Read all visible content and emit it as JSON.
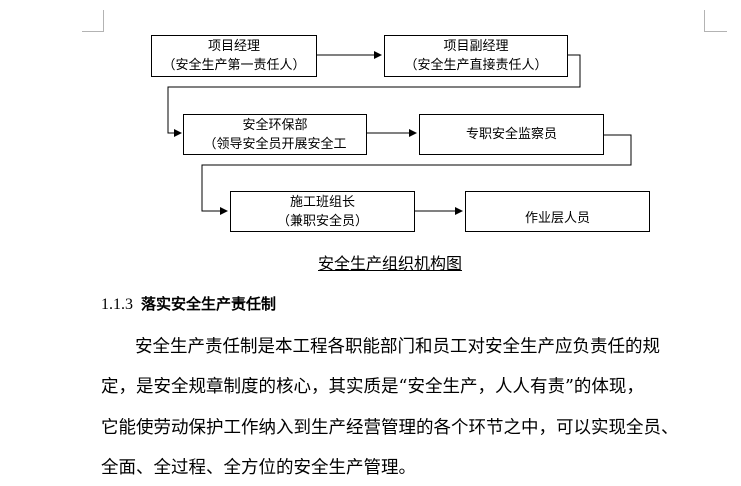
{
  "org_chart": {
    "boxes": [
      {
        "line1": "项目经理",
        "line2": "（安全生产第一责任人）"
      },
      {
        "line1": "项目副经理",
        "line2": "（安全生产直接责任人）"
      },
      {
        "line1": "安全环保部",
        "line2": "（领导安全员开展安全工"
      },
      {
        "line1": "专职安全监察员"
      },
      {
        "line1": "施工班组长",
        "line2": "（兼职安全员）"
      },
      {
        "line1": "作业层人员"
      }
    ],
    "caption": "安全生产组织机构图"
  },
  "section": {
    "number": "1.1.3",
    "title": "落实安全生产责任制"
  },
  "paragraph": {
    "lines": [
      "安全生产责任制是本工程各职能部门和员工对安全生产应负责任的规",
      "定，是安全规章制度的核心，其实质是“安全生产，人人有责”的体现，",
      "它能使劳动保护工作纳入到生产经营管理的各个环节之中，可以实现全员、",
      "全面、全过程、全方位的安全生产管理。"
    ]
  }
}
